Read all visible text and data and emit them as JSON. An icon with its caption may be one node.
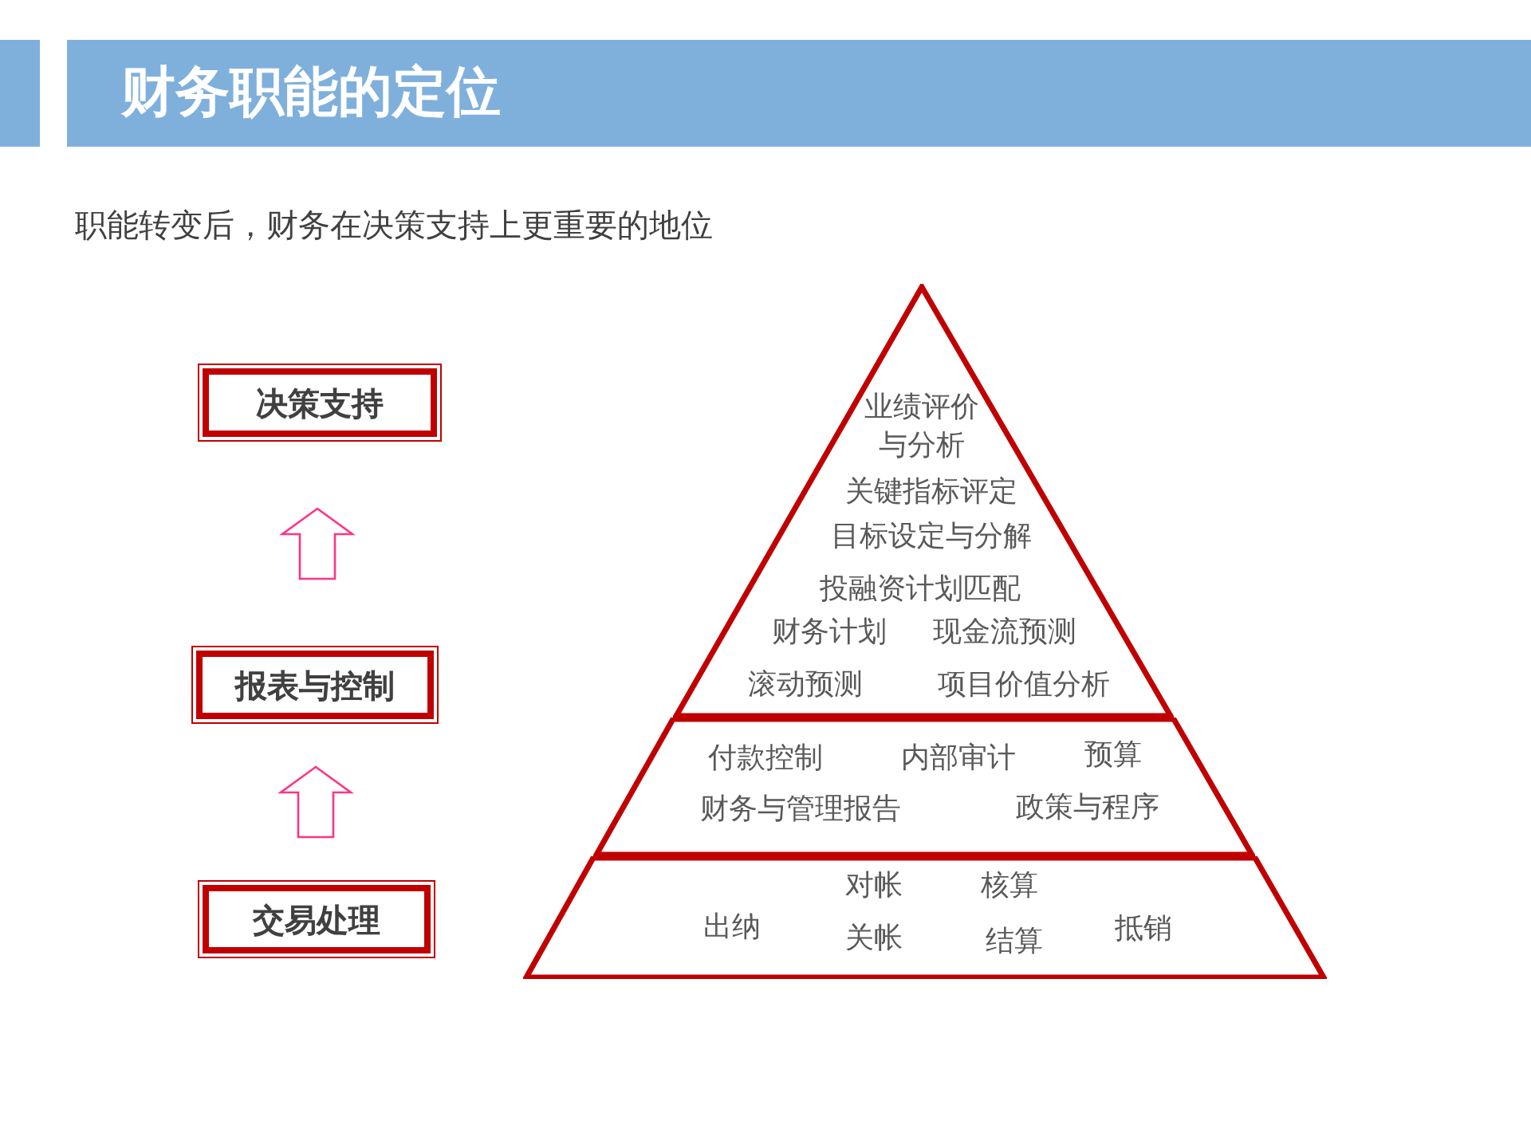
{
  "diagram": {
    "title": "财务职能的定位",
    "nodes": [
      {
        "text": [
          "决策支持"
        ]
      },
      {
        "text": [
          "报表与控制"
        ]
      },
      {
        "text": [
          "交易处理"
        ]
      },
      {
        "text": [
          "业绩评价与分析",
          "关键指标评定",
          "目标设定与分解",
          "投融资计划匹配",
          "财务计划",
          "现金流预测",
          "滚动预测",
          "项目价值分析"
        ]
      },
      {
        "text": [
          "付款控制",
          "内部审计",
          "预算",
          "财务与管理报告",
          "政策与程序"
        ]
      },
      {
        "text": [
          "出纳",
          "对帐",
          "关帐",
          "核算",
          "结算",
          "抵销"
        ]
      }
    ],
    "edges": [
      {
        "from": 2,
        "to": 1,
        "arrow": "to"
      },
      {
        "from": 1,
        "to": 0,
        "arrow": "to"
      }
    ],
    "labels": [
      "职能转变后，财务在决策支持上更重要的地位"
    ]
  }
}
